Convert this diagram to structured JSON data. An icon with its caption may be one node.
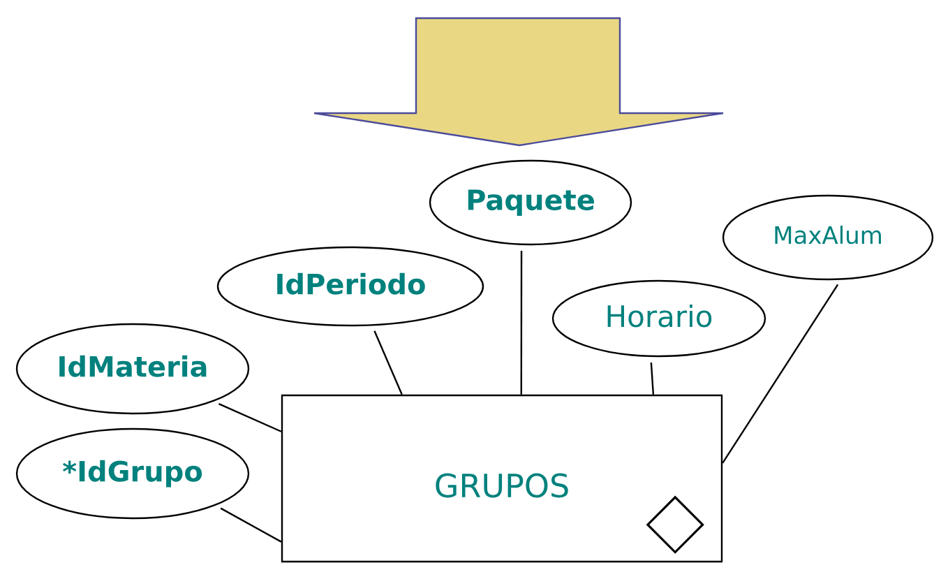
{
  "diagram": {
    "nodes": [
      {
        "text": [
          "Paquete"
        ]
      },
      {
        "text": [
          "MaxAlum"
        ]
      },
      {
        "text": [
          "IdPeriodo"
        ]
      },
      {
        "text": [
          "Horario"
        ]
      },
      {
        "text": [
          "IdMateria"
        ]
      },
      {
        "text": [
          "GRUPOS"
        ]
      },
      {
        "text": [
          "*IdGrupo"
        ]
      },
      {
        "text": [],
        "shape": "diamond",
        "in": 5
      }
    ],
    "edges": [
      {
        "from": 0,
        "to": 5,
        "arrow": "none"
      },
      {
        "from": 1,
        "to": 5,
        "arrow": "none"
      },
      {
        "from": 2,
        "to": 5,
        "arrow": "none"
      },
      {
        "from": 3,
        "to": 5,
        "arrow": "none"
      },
      {
        "from": 4,
        "to": 5,
        "arrow": "none"
      },
      {
        "from": 6,
        "to": 5,
        "arrow": "none"
      }
    ]
  }
}
